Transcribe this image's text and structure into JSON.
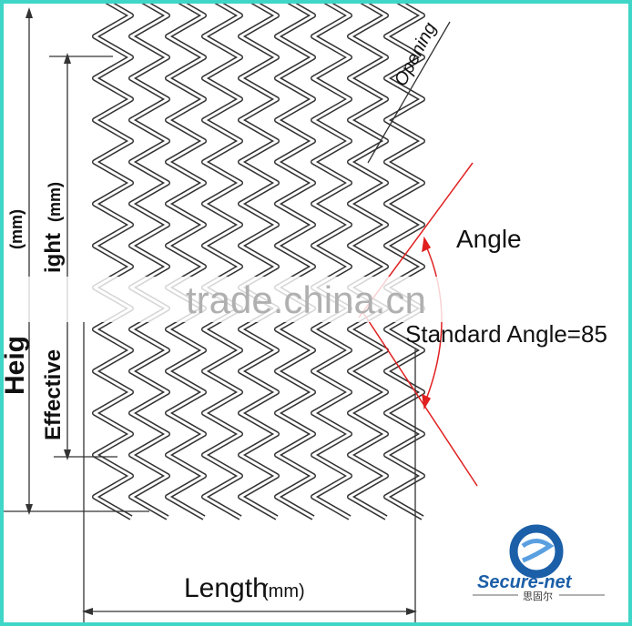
{
  "labels": {
    "opening": "Opening",
    "angle": "Angle",
    "standard_angle": "Standard Angle=85",
    "length": "Length",
    "length_unit": "(mm)",
    "height": "Heig",
    "height_unit": "(mm)",
    "effective_height": "Effective",
    "effective_height_2": "ight",
    "effective_height_unit": "(mm)"
  },
  "watermark": "trade.china.cn",
  "logo": {
    "name": "secure-net",
    "text": "Secure-net",
    "sub": "思固尔"
  },
  "colors": {
    "frame": "#3fd6c8",
    "angle_lines": "#e02020",
    "mesh": "#333333",
    "logo_blue": "#1b5fa8"
  }
}
